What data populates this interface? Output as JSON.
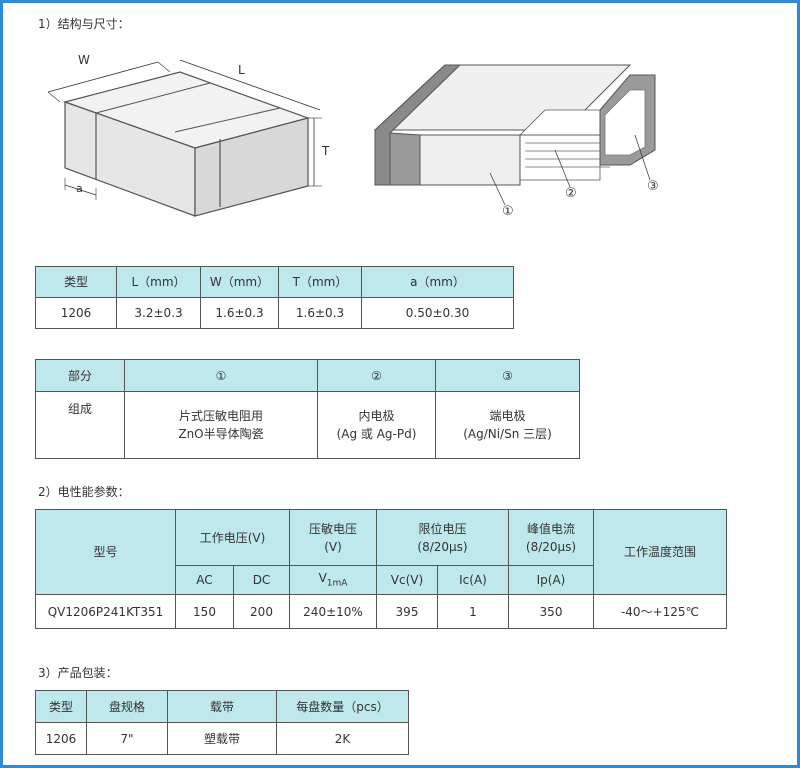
{
  "sections": {
    "structure": "1）结构与尺寸：",
    "electrical": "2）电性能参数：",
    "packaging": "3）产品包装："
  },
  "diagram": {
    "dim_w": "W",
    "dim_l": "L",
    "dim_t": "T",
    "dim_a": "a",
    "part1": "①",
    "part2": "②",
    "part3": "③"
  },
  "dimensions_table": {
    "headers": [
      "类型",
      "L（mm）",
      "W（mm）",
      "T（mm）",
      "a（mm）"
    ],
    "row": [
      "1206",
      "3.2±0.3",
      "1.6±0.3",
      "1.6±0.3",
      "0.50±0.30"
    ]
  },
  "composition_table": {
    "headers": [
      "部分",
      "①",
      "②",
      "③"
    ],
    "row_label": "组成",
    "cells": [
      [
        "片式压敏电阻用",
        "ZnO半导体陶瓷"
      ],
      [
        "内电极",
        "(Ag 或 Ag-Pd)"
      ],
      [
        "端电极",
        "(Ag/Ni/Sn 三层)"
      ]
    ]
  },
  "electrical_table": {
    "model_header": "型号",
    "working_voltage": "工作电压(V)",
    "varistor_voltage": [
      "压敏电压",
      "(V)"
    ],
    "clamp_voltage": [
      "限位电压",
      "(8/20μs)"
    ],
    "peak_current": [
      "峰值电流",
      "(8/20μs)"
    ],
    "temp_range": "工作温度范围",
    "sub_ac": "AC",
    "sub_dc": "DC",
    "sub_v": "V",
    "sub_v_sub": "1mA",
    "sub_vc": "Vc(V)",
    "sub_ic": "Ic(A)",
    "sub_ip": "Ip(A)",
    "row": [
      "QV1206P241KT351",
      "150",
      "200",
      "240±10%",
      "395",
      "1",
      "350",
      "-40～+125℃"
    ]
  },
  "packaging_table": {
    "headers": [
      "类型",
      "盘规格",
      "载带",
      "每盘数量（pcs）"
    ],
    "row": [
      "1206",
      "7\"",
      "塑载带",
      "2K"
    ]
  }
}
